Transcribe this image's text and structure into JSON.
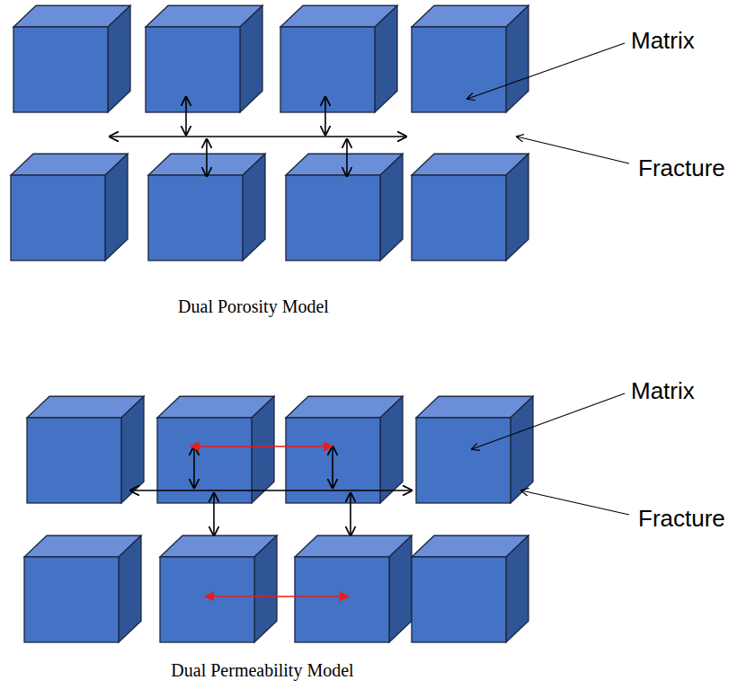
{
  "diagram": {
    "labels": [
      "Matrix",
      "Fracture",
      "Dual Porosity Model",
      "Matrix",
      "Fracture",
      "Dual Permeability Model"
    ]
  }
}
